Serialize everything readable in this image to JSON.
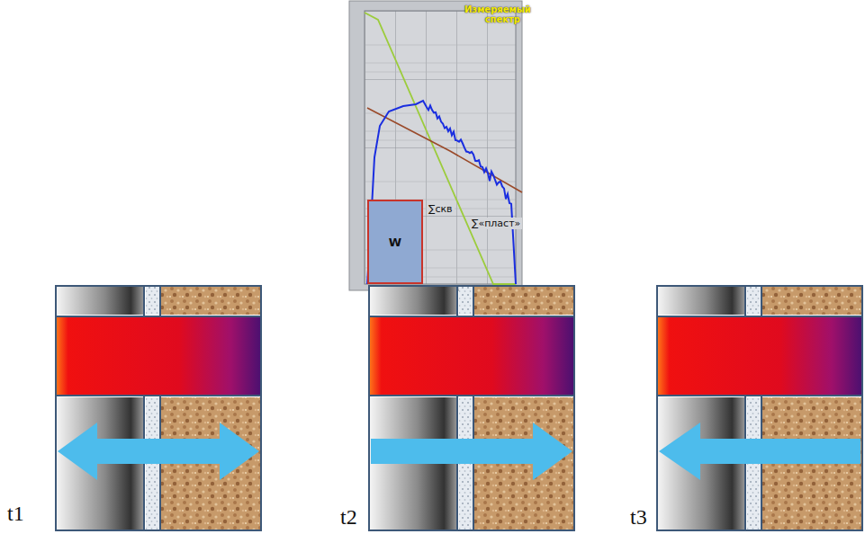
{
  "diagram": {
    "nodes": [
      {
        "text": [
          "W"
        ]
      }
    ],
    "labels": [
      "Измеряемый спектр",
      "∑скв",
      "∑«пласт»",
      "t1",
      "t2",
      "t3"
    ]
  }
}
